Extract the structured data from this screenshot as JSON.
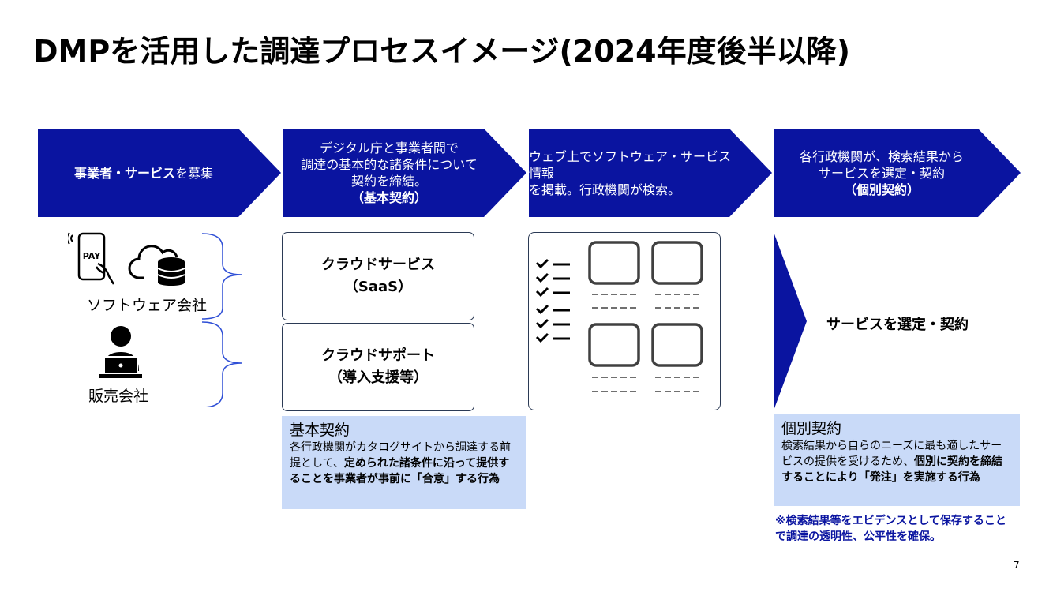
{
  "title": "DMPを活用した調達プロセスイメージ(2024年度後半以降)",
  "steps": [
    {
      "bold": "事業者・サービス",
      "normal": "を募集"
    },
    {
      "line1": "デジタル庁と事業者間で",
      "line2": "調達の基本的な諸条件について",
      "line3": "契約を締結。",
      "bold": "（基本契約）"
    },
    {
      "line1": "ウェブ上でソフトウェア・サービス情報",
      "line2": "を掲載。行政機関が検索。"
    },
    {
      "line1": "各行政機関が、検索結果から",
      "line2": "サービスを選定・契約",
      "bold": "（個別契約）"
    }
  ],
  "vendors": {
    "software": "ソフトウェア会社",
    "sales": "販売会社",
    "pay_icon_text": "PAY"
  },
  "services": {
    "cloud_service": {
      "line1": "クラウドサービス",
      "line2": "（SaaS）"
    },
    "cloud_support": {
      "line1": "クラウドサポート",
      "line2": "（導入支援等）"
    }
  },
  "basic_contract": {
    "heading": "基本契約",
    "text_normal": "各行政機関がカタログサイトから調達する前提として、",
    "text_bold": "定められた諸条件に沿って提供することを事業者が事前に「合意」する行為"
  },
  "selection": {
    "label": "サービスを選定・契約"
  },
  "individual_contract": {
    "heading": "個別契約",
    "text_normal": "検索結果から自らのニーズに最も適したサービスの提供を受けるため、",
    "text_bold": "個別に契約を締結することにより「発注」を実施する行為"
  },
  "evidence_note": {
    "line1": "※検索結果等をエビデンスとして保存すること",
    "line2": "で調達の透明性、公平性を確保。"
  },
  "page_number": "7",
  "colors": {
    "primary": "#0a14a0",
    "note_bg": "#c9daf8",
    "box_border": "#2b3a55"
  }
}
